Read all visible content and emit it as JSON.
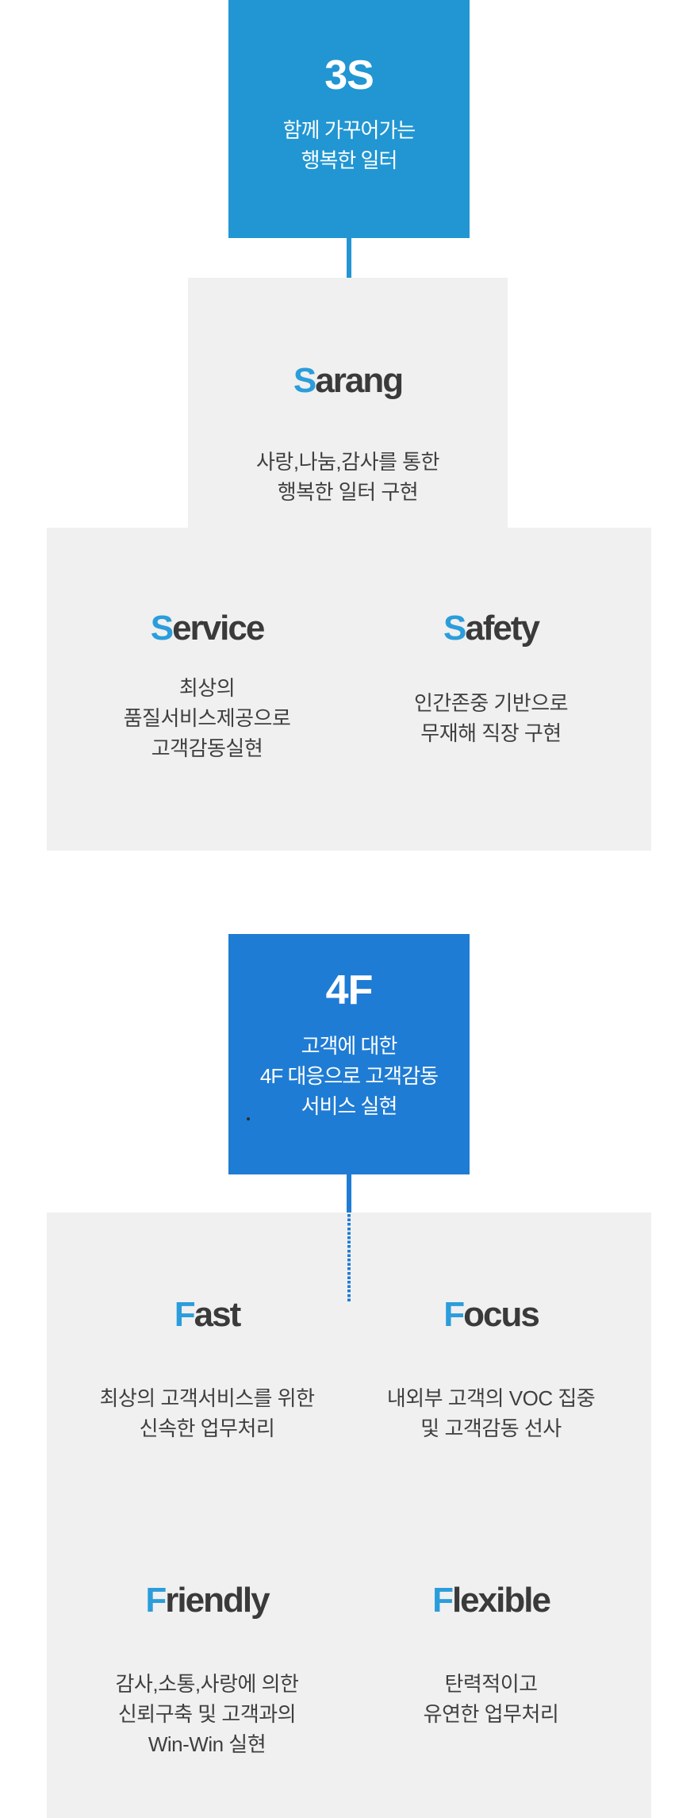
{
  "colors": {
    "pillar1_blue": "#2196d3",
    "pillar2_blue": "#1f7cd4",
    "accent_letter_blue": "#2b9ddb",
    "panel_gray": "#f0f0f0",
    "heading_dark": "#3a3a3a",
    "body_text": "#3f3f3f",
    "header_text": "#ffffff"
  },
  "pillar_3s": {
    "header": {
      "title": "3S",
      "lines": [
        "함께 가꾸어가는",
        "행복한 일터"
      ]
    },
    "sarang": {
      "initial": "S",
      "rest": "arang",
      "lines": [
        "사랑,나눔,감사를 통한",
        "행복한 일터 구현"
      ]
    },
    "items": [
      {
        "initial": "S",
        "rest": "ervice",
        "lines": [
          "최상의",
          "품질서비스제공으로",
          "고객감동실현"
        ]
      },
      {
        "initial": "S",
        "rest": "afety",
        "lines": [
          "인간존중 기반으로",
          "무재해 직장 구현"
        ]
      }
    ]
  },
  "pillar_4f": {
    "header": {
      "title": "4F",
      "lines": [
        "고객에 대한",
        "4F 대응으로 고객감동",
        "서비스 실현"
      ]
    },
    "items": [
      {
        "initial": "F",
        "rest": "ast",
        "lines": [
          "최상의 고객서비스를 위한",
          "신속한 업무처리"
        ]
      },
      {
        "initial": "F",
        "rest": "ocus",
        "lines": [
          "내외부 고객의 VOC 집중",
          "및 고객감동 선사"
        ]
      },
      {
        "initial": "F",
        "rest": "riendly",
        "lines": [
          "감사,소통,사랑에 의한",
          "신뢰구축 및 고객과의",
          "Win-Win 실현"
        ]
      },
      {
        "initial": "F",
        "rest": "lexible",
        "lines": [
          "탄력적이고",
          "유연한 업무처리"
        ]
      }
    ]
  }
}
